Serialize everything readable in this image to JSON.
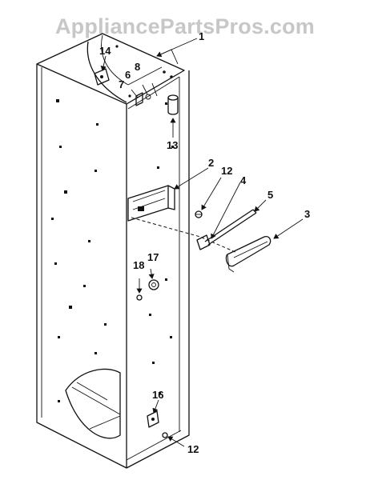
{
  "watermark": "AppliancePartsPros.com",
  "callouts": {
    "c1": "1",
    "c14": "14",
    "c8": "8",
    "c6": "6",
    "c7": "7",
    "c13": "13",
    "c2": "2",
    "c12a": "12",
    "c4": "4",
    "c5": "5",
    "c3": "3",
    "c17": "17",
    "c18": "18",
    "c16": "16",
    "c12b": "12"
  }
}
